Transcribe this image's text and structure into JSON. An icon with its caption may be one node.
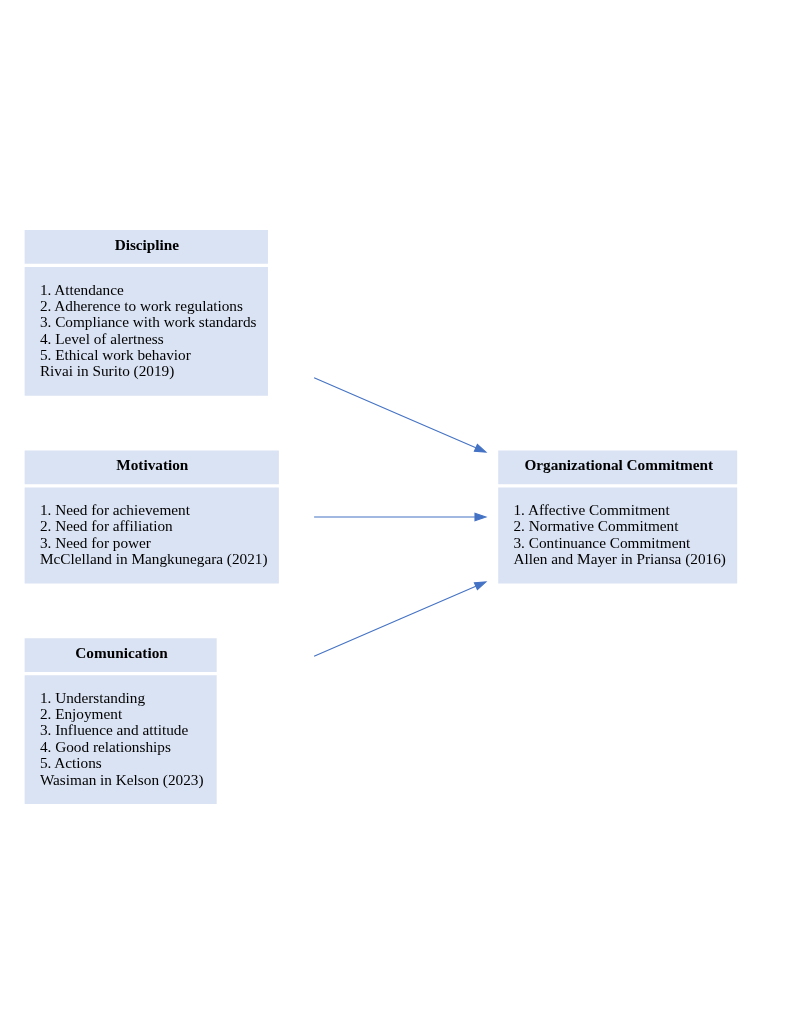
{
  "diagram": {
    "nodes": [
      {
        "text": [
          "Discipline",
          "1. Attendance",
          "2. Adherence to work regulations",
          "3. Compliance with work standards",
          "4. Level of alertness",
          "5. Ethical work behavior",
          "Rivai in Surito (2019)"
        ]
      },
      {
        "text": [
          "Motivation",
          "1. Need for achievement",
          "2. Need for affiliation",
          "3. Need for power",
          "McClelland in Mangkunegara (2021)"
        ]
      },
      {
        "text": [
          "Comunication",
          "1. Understanding",
          "2. Enjoyment",
          "3. Influence and attitude",
          "4. Good relationships",
          "5. Actions",
          "Wasiman in Kelson (2023)"
        ]
      },
      {
        "text": [
          "Organizational Commitment",
          "1. Affective Commitment",
          "2. Normative Commitment",
          "3. Continuance Commitment",
          "Allen and Mayer in Priansa (2016)"
        ]
      }
    ],
    "edges": [
      {
        "from": 0,
        "to": 3,
        "arrow": "to",
        "color": "#4472c4"
      },
      {
        "from": 1,
        "to": 3,
        "arrow": "to",
        "color": "#4472c4"
      },
      {
        "from": 2,
        "to": 3,
        "arrow": "to",
        "color": "#4472c4"
      }
    ]
  }
}
